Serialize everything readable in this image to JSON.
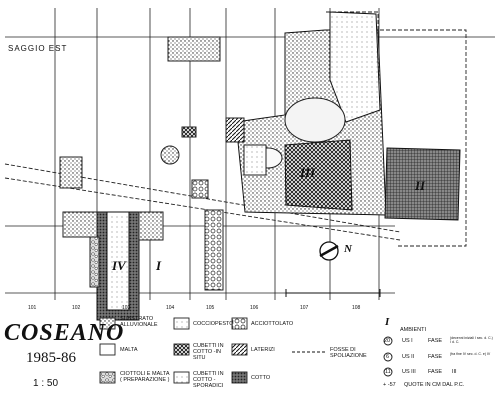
{
  "title": "COSEANO",
  "years": "1985-86",
  "scale": "1 : 50",
  "saggio_label": "SAGGIO EST",
  "north_label": "N",
  "phase_labels": [
    "IV",
    "I",
    "III",
    "II"
  ],
  "grid_numbers": [
    "101",
    "102",
    "103",
    "104",
    "105",
    "106",
    "107",
    "108"
  ],
  "legend": [
    {
      "symbol": "dots",
      "text": "SUBSTRATO ALLUVIONALE"
    },
    {
      "symbol": "light-dots",
      "text": "COCCIOPESTO"
    },
    {
      "symbol": "circles",
      "text": "ACCIOTTOLATO"
    },
    {
      "symbol": "blank",
      "text": "MALTA"
    },
    {
      "symbol": "crosshatch",
      "text": "CUBETTI IN COTTO -IN SITU"
    },
    {
      "symbol": "hatch",
      "text": "LATERIZI"
    },
    {
      "symbol": "pebbles",
      "text": "CIOTTOLI E MALTA ( PREPARAZIONE )"
    },
    {
      "symbol": "sparse",
      "text": "CUBETTI IN COTTO -SPORADICI"
    },
    {
      "symbol": "dense",
      "text": "COTTO"
    }
  ],
  "legend_right": {
    "roman": "I",
    "ambienti": "AMBIENTI",
    "fosse_line": "FOSSE DI SPOLIAZIONE",
    "rows": [
      {
        "marker": "20",
        "us": "US I",
        "fase": "FASE",
        "note": "(decenni iniziali I sec. d. C.) I d. C."
      },
      {
        "marker": "6",
        "us": "US II",
        "fase": "FASE",
        "note": "(fra fine IV sec. d. C. e) IV"
      },
      {
        "marker": "11",
        "us": "US III",
        "fase": "FASE",
        "note": "III"
      }
    ],
    "quote_marker": "+ -57",
    "quote_text": "QUOTE IN CM DAL P.C."
  },
  "colors": {
    "ink": "#111111",
    "paper": "#ffffff",
    "hatch": "#333333"
  }
}
